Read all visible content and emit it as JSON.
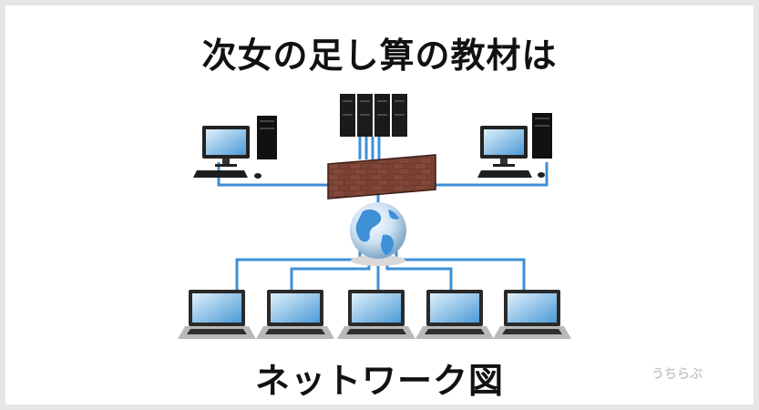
{
  "title": "次女の足し算の教材は",
  "caption": "ネットワーク図",
  "watermark": "うちらぶ",
  "colors": {
    "background": "#e6e6e6",
    "panel": "#ffffff",
    "cable": "#3d8fd6",
    "device": "#1a1a1a",
    "brick": "#6e3a2c",
    "screen": "#4c9ad6"
  },
  "illustration": {
    "icons": [
      "server-rack-icon",
      "firewall-icon",
      "globe-icon",
      "desktop-computer-icon",
      "laptop-icon"
    ]
  }
}
